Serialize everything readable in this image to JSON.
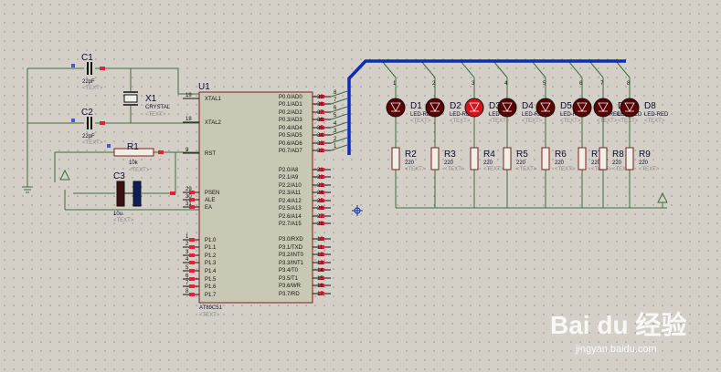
{
  "components": {
    "c1": {
      "ref": "C1",
      "value": "22pF"
    },
    "c2": {
      "ref": "C2",
      "value": "22pF"
    },
    "c3": {
      "ref": "C3",
      "value": "10u"
    },
    "x1": {
      "ref": "X1",
      "value": "CRYSTAL"
    },
    "r1": {
      "ref": "R1",
      "value": "10k"
    },
    "u1": {
      "ref": "U1",
      "part": "AT89C51"
    },
    "placeholder": "<TEXT>"
  },
  "u1_left_pins": [
    {
      "num": "19",
      "name": "XTAL1"
    },
    {
      "num": "18",
      "name": "XTAL2"
    },
    {
      "num": "9",
      "name": "RST"
    },
    {
      "num": "29",
      "name": "PSEN"
    },
    {
      "num": "30",
      "name": "ALE"
    },
    {
      "num": "31",
      "name": "EA"
    },
    {
      "num": "1",
      "name": "P1.0"
    },
    {
      "num": "2",
      "name": "P1.1"
    },
    {
      "num": "3",
      "name": "P1.2"
    },
    {
      "num": "4",
      "name": "P1.3"
    },
    {
      "num": "5",
      "name": "P1.4"
    },
    {
      "num": "6",
      "name": "P1.5"
    },
    {
      "num": "7",
      "name": "P1.6"
    },
    {
      "num": "8",
      "name": "P1.7"
    }
  ],
  "u1_right_pins": [
    {
      "num": "39",
      "name": "P0.0/AD0"
    },
    {
      "num": "38",
      "name": "P0.1/AD1"
    },
    {
      "num": "37",
      "name": "P0.2/AD2"
    },
    {
      "num": "36",
      "name": "P0.3/AD3"
    },
    {
      "num": "35",
      "name": "P0.4/AD4"
    },
    {
      "num": "34",
      "name": "P0.5/AD5"
    },
    {
      "num": "33",
      "name": "P0.6/AD6"
    },
    {
      "num": "32",
      "name": "P0.7/AD7"
    },
    {
      "num": "21",
      "name": "P2.0/A8"
    },
    {
      "num": "22",
      "name": "P2.1/A9"
    },
    {
      "num": "23",
      "name": "P2.2/A10"
    },
    {
      "num": "24",
      "name": "P2.3/A11"
    },
    {
      "num": "25",
      "name": "P2.4/A12"
    },
    {
      "num": "26",
      "name": "P2.5/A13"
    },
    {
      "num": "27",
      "name": "P2.6/A14"
    },
    {
      "num": "28",
      "name": "P2.7/A15"
    },
    {
      "num": "10",
      "name": "P3.0/RXD"
    },
    {
      "num": "11",
      "name": "P3.1/TXD"
    },
    {
      "num": "12",
      "name": "P3.2/INT0"
    },
    {
      "num": "13",
      "name": "P3.3/INT1"
    },
    {
      "num": "14",
      "name": "P3.4/T0"
    },
    {
      "num": "15",
      "name": "P3.5/T1"
    },
    {
      "num": "16",
      "name": "P3.6/WR"
    },
    {
      "num": "17",
      "name": "P3.7/RD"
    }
  ],
  "bus_numbers": [
    "8",
    "7",
    "6",
    "5",
    "4",
    "3",
    "2",
    "1"
  ],
  "leds": [
    {
      "ref": "D1",
      "value": "LED-RED",
      "lit": false
    },
    {
      "ref": "D2",
      "value": "LED-RED",
      "lit": false
    },
    {
      "ref": "D3",
      "value": "LED-RED",
      "lit": true
    },
    {
      "ref": "D4",
      "value": "LED-RED",
      "lit": false
    },
    {
      "ref": "D5",
      "value": "LED-RED",
      "lit": false
    },
    {
      "ref": "D6",
      "value": "LED-RED",
      "lit": false
    },
    {
      "ref": "D7",
      "value": "LED-RED",
      "lit": false
    },
    {
      "ref": "D8",
      "value": "LED-RED",
      "lit": false
    }
  ],
  "led_bus_numbers": [
    "1",
    "2",
    "3",
    "4",
    "5",
    "6",
    "7",
    "8"
  ],
  "resistors": [
    {
      "ref": "R2",
      "value": "220"
    },
    {
      "ref": "R3",
      "value": "220"
    },
    {
      "ref": "R4",
      "value": "220"
    },
    {
      "ref": "R5",
      "value": "220"
    },
    {
      "ref": "R6",
      "value": "220"
    },
    {
      "ref": "R7",
      "value": "220"
    },
    {
      "ref": "R8",
      "value": "220"
    },
    {
      "ref": "R9",
      "value": "220"
    }
  ],
  "watermark": {
    "brand": "Bai du 经验",
    "url": "jingyan.baidu.com"
  },
  "colors": {
    "background": "#d4d0c8",
    "wire": "#3c6e3c",
    "bus": "#0a2fb4",
    "chip_fill": "#c8c8b4",
    "chip_border": "#7a1e1e",
    "pin_marker": "#e5213a",
    "led_off": "#5a0000",
    "led_on": "#d8121a",
    "label_dark": "#0b0b30",
    "placeholder": "#8a8a8a"
  }
}
